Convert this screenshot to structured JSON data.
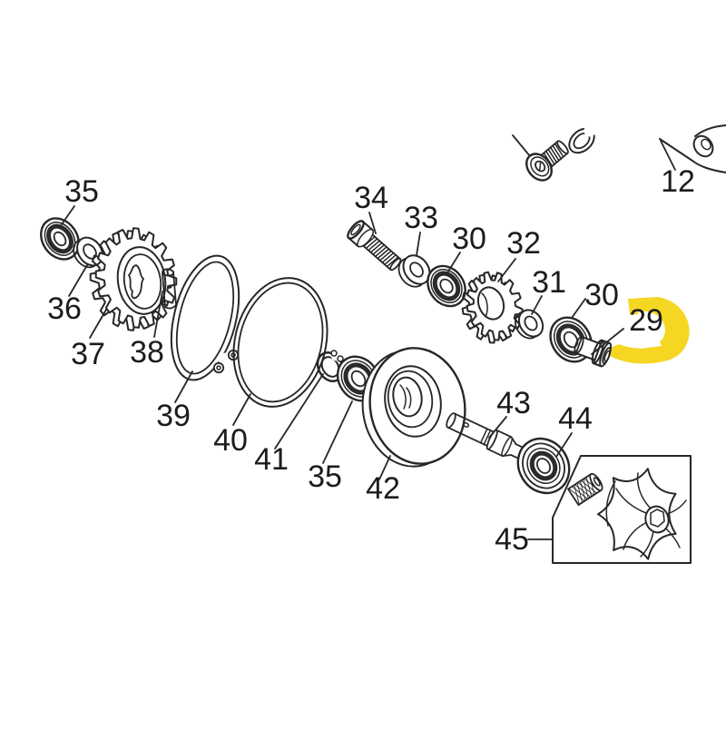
{
  "diagram": {
    "type": "exploded-parts-diagram",
    "background_color": "#ffffff",
    "line_color": "#272727",
    "highlight": {
      "color": "#f5d723",
      "part_number": "29"
    },
    "labels": [
      {
        "num": "35",
        "part": "ball-bearing-top-left"
      },
      {
        "num": "36",
        "part": "washer"
      },
      {
        "num": "37",
        "part": "gear"
      },
      {
        "num": "38",
        "part": "dowel-pin"
      },
      {
        "num": "39",
        "part": "large-snap-ring"
      },
      {
        "num": "40",
        "part": "o-ring"
      },
      {
        "num": "41",
        "part": "small-snap-ring"
      },
      {
        "num": "35",
        "part": "ball-bearing-center"
      },
      {
        "num": "42",
        "part": "pulley-disc"
      },
      {
        "num": "34",
        "part": "socket-bolt"
      },
      {
        "num": "33",
        "part": "washer"
      },
      {
        "num": "30",
        "part": "ball-bearing"
      },
      {
        "num": "32",
        "part": "gear"
      },
      {
        "num": "31",
        "part": "washer"
      },
      {
        "num": "30",
        "part": "ball-bearing"
      },
      {
        "num": "29",
        "part": "bushing-highlighted",
        "highlighted": true
      },
      {
        "num": "43",
        "part": "pump-shaft"
      },
      {
        "num": "44",
        "part": "bearing-seal"
      },
      {
        "num": "45",
        "part": "impeller-kit-box"
      },
      {
        "num": "12",
        "part": "cover-bracket"
      }
    ]
  }
}
